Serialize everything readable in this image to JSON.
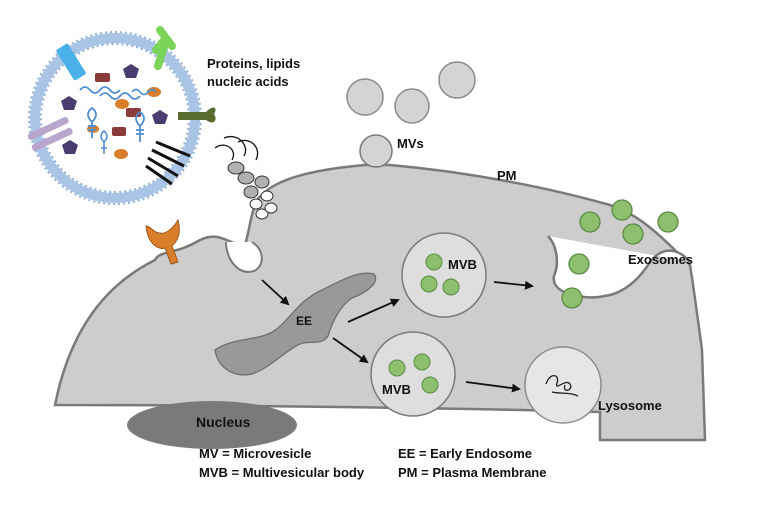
{
  "labels": {
    "cargo": [
      "Proteins, lipids",
      "nucleic acids"
    ],
    "mvs": "MVs",
    "pm": "PM",
    "exosomes": "Exosomes",
    "ee": "EE",
    "mvb": "MVB",
    "lysosome": "Lysosome",
    "nucleus": "Nucleus"
  },
  "legend": {
    "mv": "MV = Microvesicle",
    "mvb": "MVB = Multivesicular body",
    "ee": "EE = Early Endosome",
    "pm": "PM = Plasma Membrane"
  },
  "colors": {
    "cell": "#cdcdcd",
    "cell_stroke": "#7a7a7a",
    "vesicle_membrane": "#a9c4e4",
    "vesicle_fill": "#ffffff",
    "exosome": "#8dbf6e",
    "mv": "#d4d4d4",
    "endosome": "#999999",
    "nucleus": "#7a7a7a",
    "orange": "#d97e2b",
    "maroon": "#8b3a3a",
    "purple": "#4a3c6e",
    "rna_blue": "#4f8fd0",
    "receptor_blue": "#4ab0e8",
    "receptor_green": "#7bd35a",
    "receptor_olive": "#5a6b2f",
    "receptor_lilac": "#b9a6cf"
  }
}
